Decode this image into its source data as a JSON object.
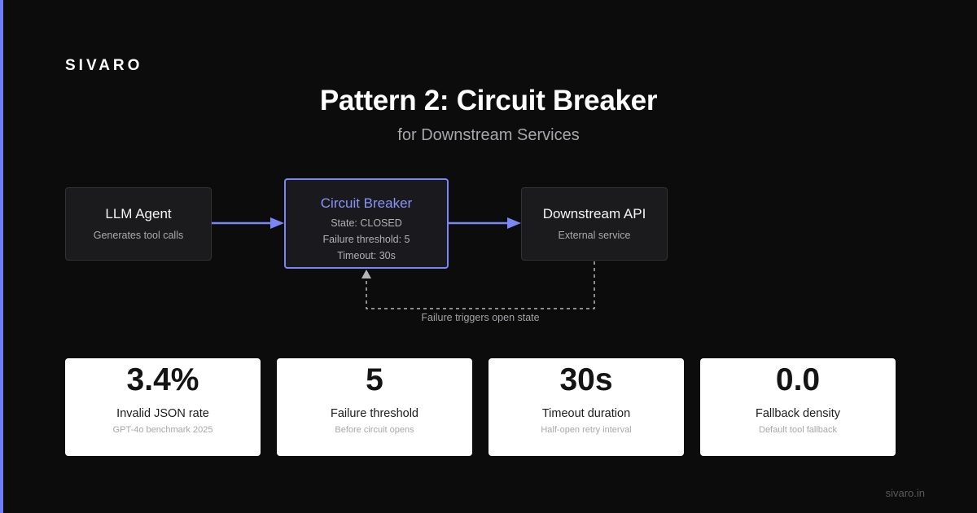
{
  "brand": "SIVARO",
  "title": "Pattern 2: Circuit Breaker",
  "subtitle": "for Downstream Services",
  "nodes": {
    "agent": {
      "title": "LLM Agent",
      "sub": "Generates tool calls"
    },
    "breaker": {
      "title": "Circuit Breaker",
      "lines": [
        "State: CLOSED",
        "Failure threshold: 5",
        "Timeout: 30s"
      ]
    },
    "api": {
      "title": "Downstream API",
      "sub": "External service"
    }
  },
  "loop_label": "Failure triggers open state",
  "stats": [
    {
      "value": "3.4%",
      "label": "Invalid JSON rate",
      "note": "GPT-4o benchmark 2025"
    },
    {
      "value": "5",
      "label": "Failure threshold",
      "note": "Before circuit opens"
    },
    {
      "value": "30s",
      "label": "Timeout duration",
      "note": "Half-open retry interval"
    },
    {
      "value": "0.0",
      "label": "Fallback density",
      "note": "Default tool fallback"
    }
  ],
  "footer": "sivaro.in",
  "colors": {
    "accent": "#6f7cf6",
    "background": "#0c0c0c",
    "card": "#ffffff",
    "node": "#1b1b1d"
  }
}
